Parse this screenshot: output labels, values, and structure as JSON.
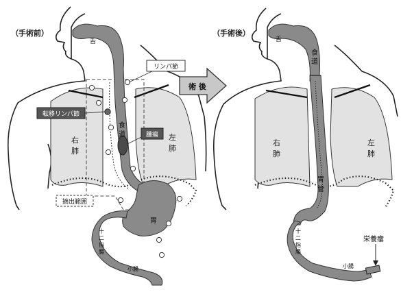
{
  "before": {
    "caption": "（手術前）",
    "tongue": "舌",
    "lymph_node": "リンパ節",
    "metastatic_node": "転移リンパ節",
    "esophagus": [
      "食",
      "道"
    ],
    "tumor": "腫瘍",
    "right_lung": [
      "右",
      "肺"
    ],
    "left_lung": [
      "左",
      "肺"
    ],
    "resection_range": "摘出範囲",
    "stomach": "胃",
    "duodenum": [
      "十",
      "二",
      "指",
      "腸"
    ],
    "small_intestine": "小腸"
  },
  "arrow_label": "術 後",
  "after": {
    "caption": "（手術後）",
    "tongue": "舌",
    "esophagus": [
      "食",
      "道"
    ],
    "right_lung": [
      "右",
      "肺"
    ],
    "left_lung": [
      "左",
      "肺"
    ],
    "gastric_tube": [
      "胃",
      "管"
    ],
    "duodenum": [
      "十",
      "二",
      "指",
      "腸"
    ],
    "small_intestine": "小腸",
    "feeding_tube": "栄養瘻"
  },
  "colors": {
    "organ": "#8a8a8a",
    "lung": "#e2e2e2",
    "tumor": "#4a4a4a",
    "label_box": "#555555"
  }
}
